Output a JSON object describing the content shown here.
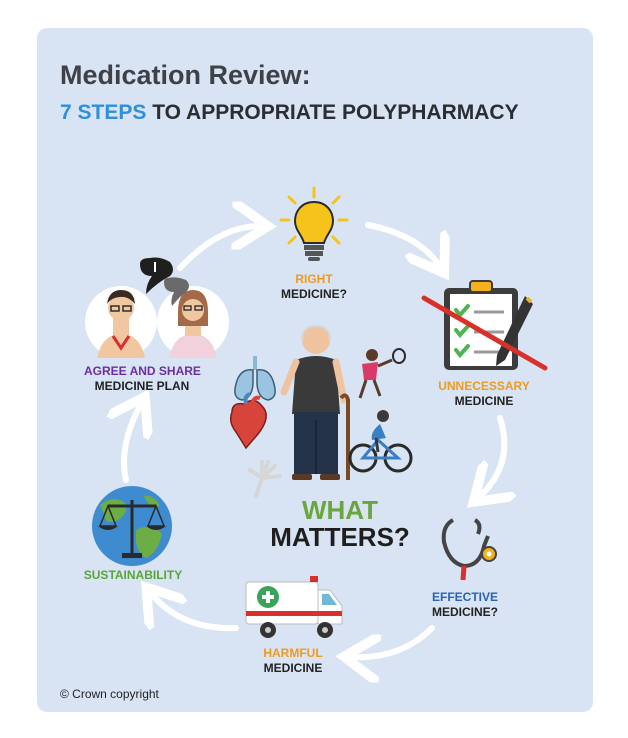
{
  "title": {
    "line1": "Medication Review:",
    "accent": "7 STEPS",
    "rest": " TO APPROPRIATE POLYPHARMACY"
  },
  "center": {
    "line1": "WHAT",
    "line2": "MATTERS?"
  },
  "steps": [
    {
      "id": "right-medicine",
      "line1": "RIGHT",
      "line2": "MEDICINE?",
      "icon": "lightbulb-icon"
    },
    {
      "id": "unnecessary-medicine",
      "line1": "UNNECESSARY",
      "line2": "MEDICINE",
      "icon": "crossed-checklist-icon"
    },
    {
      "id": "effective-medicine",
      "line1": "EFFECTIVE",
      "line2": "MEDICINE?",
      "icon": "stethoscope-icon"
    },
    {
      "id": "harmful-medicine",
      "line1": "HARMFUL",
      "line2": "MEDICINE",
      "icon": "ambulance-icon"
    },
    {
      "id": "sustainability",
      "line1": "SUSTAINABILITY",
      "line2": "",
      "icon": "globe-scales-icon"
    },
    {
      "id": "agree-share",
      "line1": "AGREE AND SHARE",
      "line2": "MEDICINE PLAN",
      "icon": "doctor-patient-icon"
    }
  ],
  "footer": {
    "copyright": "© Crown copyright"
  },
  "colors": {
    "background": "#d8e4f3",
    "accent_blue": "#2f8fdc",
    "orange": "#ef9a1d",
    "purple": "#6b2fa0",
    "blue": "#2a63b0",
    "green": "#5aa43a",
    "cross_red": "#d9302a"
  }
}
